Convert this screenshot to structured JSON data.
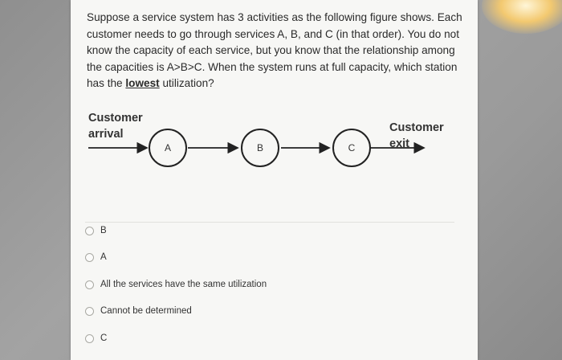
{
  "question": {
    "part1": "Suppose a service system has 3 activities as the following figure shows. Each customer needs to go through services A, B, and C (in that order). You do not know the capacity of each service, but you know that the relationship among the capacities is A>B>C. When the system runs at full capacity, which station has the ",
    "emphasis": "lowest",
    "part2": " utilization?"
  },
  "diagram": {
    "arrival_line1": "Customer",
    "arrival_line2": "arrival",
    "exit_line1": "Customer",
    "exit_line2": "exit",
    "nodes": [
      "A",
      "B",
      "C"
    ]
  },
  "options": [
    {
      "label": "B"
    },
    {
      "label": "A"
    },
    {
      "label": "All the services have the same utilization"
    },
    {
      "label": "Cannot be determined"
    },
    {
      "label": "C"
    }
  ]
}
